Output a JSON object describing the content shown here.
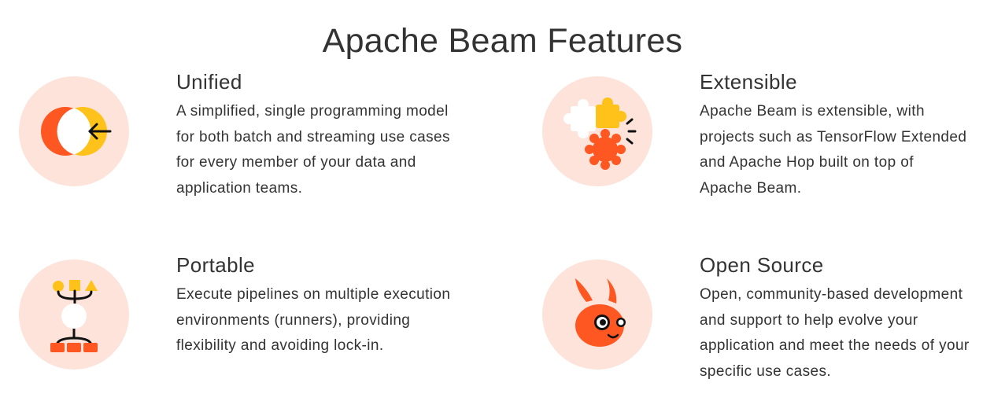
{
  "page": {
    "title": "Apache Beam Features"
  },
  "colors": {
    "accent_orange": "#ff5722",
    "accent_yellow": "#ffc21a",
    "circle_bg": "#fde3da",
    "text": "#333333"
  },
  "features": [
    {
      "title": "Unified",
      "description": "A simplified, single programming model for both batch and streaming use cases for every member of your data and application teams.",
      "icon": "unified-icon"
    },
    {
      "title": "Extensible",
      "description": "Apache Beam is extensible, with projects such as TensorFlow Extended and Apache Hop built on top of Apache Beam.",
      "icon": "puzzle-icon"
    },
    {
      "title": "Portable",
      "description": "Execute pipelines on multiple execution environments (runners), providing flexibility and avoiding lock-in.",
      "icon": "pipeline-icon"
    },
    {
      "title": "Open Source",
      "description": "Open, community-based development and support to help evolve your application and meet the needs of your specific use cases.",
      "icon": "beam-mascot-icon"
    }
  ]
}
